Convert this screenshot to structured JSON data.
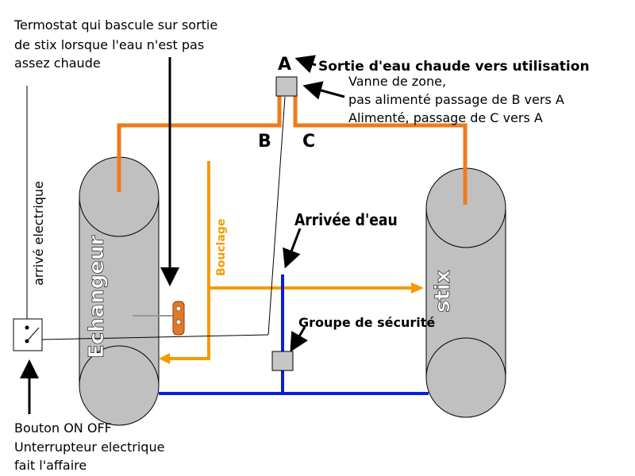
{
  "labels": {
    "thermostat": [
      "Termostat qui bascule sur sortie",
      "de stix lorsque l'eau n'est pas",
      "assez chaude"
    ],
    "point_a": "A",
    "point_b": "B",
    "point_c": "C",
    "hot_water_out": "Sortie d'eau chaude vers utilisation",
    "zone_valve": [
      "Vanne de zone,",
      "pas alimenté passage de B vers A",
      "Alimenté, passage de C vers A"
    ],
    "electrical_supply": "arrivé electrique",
    "boucle": "Bouclage",
    "exchanger": "Echangeur",
    "water_inlet": "Arrivée d'eau",
    "safety_group": "Groupe de sécurité",
    "tank": "stix",
    "switch_caption": [
      "Bouton ON OFF",
      "Unterrupteur electrique",
      "fait l'affaire"
    ]
  },
  "colors": {
    "hot_pipe": "#f07a1a",
    "loop_pipe": "#f59b00",
    "cold_pipe": "#0a1fd6",
    "tank_fill": "#c0c0c0",
    "valve_fill": "#c6c6c6",
    "thermostat": "#e07a2a"
  }
}
